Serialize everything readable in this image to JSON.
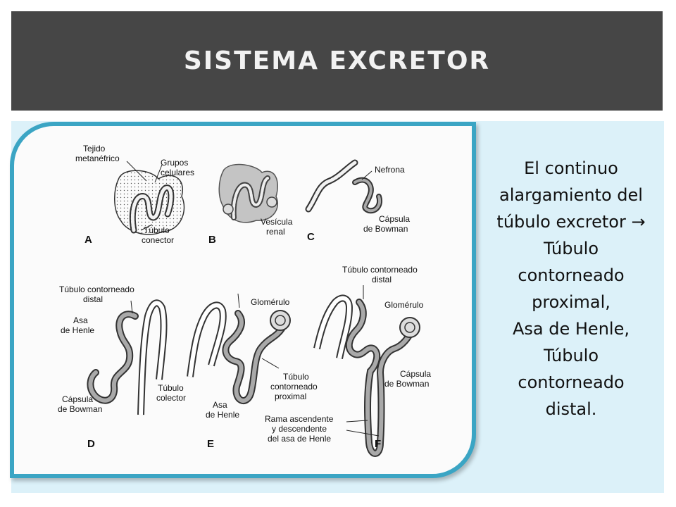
{
  "slide": {
    "title": "SISTEMA EXCRETOR",
    "description_lines": [
      "El continuo",
      "alargamiento del",
      "túbulo excretor →",
      "Túbulo",
      "contorneado",
      "proximal,",
      "Asa de Henle,",
      "Túbulo",
      "contorneado",
      "distal."
    ]
  },
  "diagram": {
    "panels": {
      "a": {
        "letter": "A",
        "labels": [
          "Tejido",
          "metanéfrico",
          "Grupos",
          "celulares",
          "Túbulo",
          "conector"
        ]
      },
      "b": {
        "letter": "B",
        "labels": [
          "Vesícula",
          "renal"
        ]
      },
      "c": {
        "letter": "C",
        "labels": [
          "Nefrona",
          "Cápsula",
          "de Bowman"
        ]
      },
      "d": {
        "letter": "D",
        "labels": [
          "Túbulo contorneado",
          "distal",
          "Asa",
          "de Henle",
          "Cápsula",
          "de Bowman",
          "Túbulo",
          "colector"
        ]
      },
      "e": {
        "letter": "E",
        "labels": [
          "Glomérulo",
          "Túbulo",
          "contorneado",
          "proximal",
          "Asa",
          "de Henle"
        ]
      },
      "f": {
        "letter": "F",
        "labels": [
          "Túbulo contorneado",
          "distal",
          "Glomérulo",
          "Cápsula",
          "de Bowman",
          "Rama ascendente",
          "y descendente",
          "del asa de Henle"
        ]
      }
    }
  },
  "colors": {
    "header_bg": "#464646",
    "content_bg": "#dcf1f9",
    "frame_border": "#3ba5c4",
    "tubule_fill": "#a9a9a9"
  }
}
